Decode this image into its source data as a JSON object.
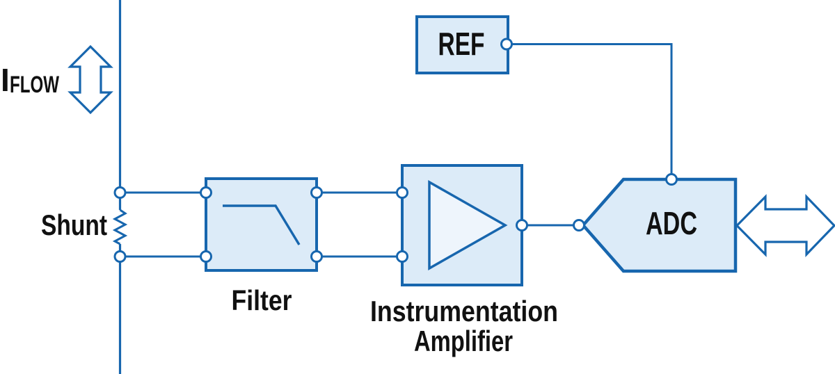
{
  "diagram": {
    "type": "signal-chain-block-diagram",
    "background": "#ffffff",
    "colors": {
      "line_blue": "#1766ae",
      "block_fill": "#dcebf8",
      "amp_triangle_fill": "#eef5fc",
      "node_fill": "#ffffff",
      "text": "#111111"
    },
    "labels": {
      "current_symbol": "I",
      "current_subscript": "FLOW",
      "shunt": "Shunt",
      "filter": "Filter",
      "inamp_line1": "Instrumentation",
      "inamp_line2": "Amplifier",
      "ref": "REF",
      "adc": "ADC"
    },
    "blocks": [
      "Shunt",
      "Filter",
      "Instrumentation Amplifier",
      "REF",
      "ADC"
    ],
    "connections": [
      "shunt-top-node to filter-input-top",
      "shunt-bottom-node to filter-input-bottom",
      "filter-output-top to inamp-input-top",
      "filter-output-bottom to inamp-input-bottom",
      "inamp-output to adc-input-tip",
      "ref-output to adc-top-reference-node",
      "adc right edge to bidirectional-bus-arrow"
    ]
  }
}
